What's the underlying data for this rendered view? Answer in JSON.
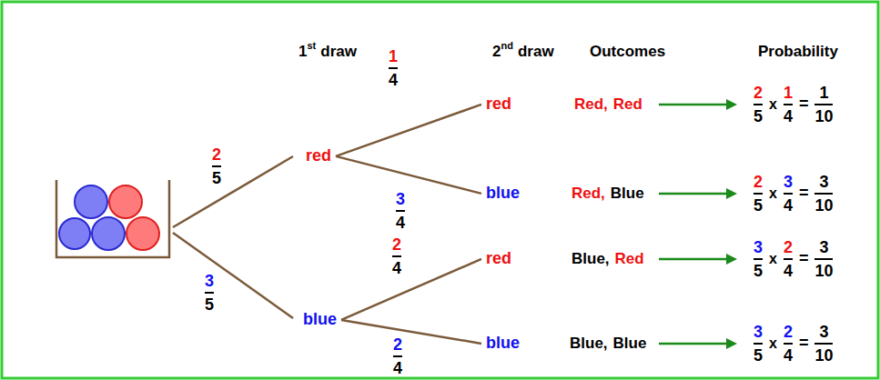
{
  "diagram": {
    "nodes": [
      {
        "text": [
          "red"
        ]
      },
      {
        "text": [
          "blue"
        ]
      },
      {
        "text": [
          "red"
        ]
      },
      {
        "text": [
          "blue"
        ]
      },
      {
        "text": [
          "red"
        ]
      },
      {
        "text": [
          "blue"
        ]
      }
    ],
    "edges": [
      {
        "from": 0,
        "to": 2,
        "arrow": "none"
      },
      {
        "from": 0,
        "to": 3,
        "arrow": "none"
      },
      {
        "from": 1,
        "to": 4,
        "arrow": "none"
      },
      {
        "from": 1,
        "to": 5,
        "arrow": "none"
      }
    ],
    "labels": [
      "1",
      "st",
      "draw",
      "2",
      "nd",
      "draw",
      "Outcomes",
      "Probability",
      "2",
      "5",
      "3",
      "5",
      "1",
      "4",
      "3",
      "4",
      "2",
      "4",
      "2",
      "4",
      "Red,",
      "Red",
      "Red,",
      "Blue",
      "Blue,",
      "Red",
      "Blue,",
      "Blue",
      "2",
      "5",
      "x",
      "1",
      "4",
      "=",
      "1",
      "10",
      "2",
      "5",
      "x",
      "3",
      "4",
      "=",
      "3",
      "10",
      "3",
      "5",
      "x",
      "2",
      "4",
      "=",
      "3",
      "10",
      "3",
      "5",
      "x",
      "2",
      "4",
      "=",
      "3",
      "10"
    ]
  }
}
